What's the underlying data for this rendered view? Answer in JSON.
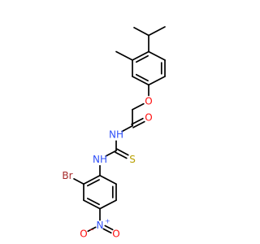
{
  "colors": {
    "bond": "#000000",
    "carbon": "#000000",
    "oxygen": "#ff0d0d",
    "nitrogen": "#3050f8",
    "sulfur": "#b8a000",
    "bromine": "#a62929"
  },
  "atoms": [
    {
      "id": "o_ether",
      "label": "O",
      "element": "oxygen"
    },
    {
      "id": "o_carbonyl",
      "label": "O",
      "element": "oxygen"
    },
    {
      "id": "nh_amide",
      "label": "NH",
      "element": "nitrogen"
    },
    {
      "id": "s_thio",
      "label": "S",
      "element": "sulfur"
    },
    {
      "id": "nh_thiourea",
      "label": "NH",
      "element": "nitrogen"
    },
    {
      "id": "br",
      "label": "Br",
      "element": "bromine"
    },
    {
      "id": "n_nitro",
      "label": "N",
      "element": "nitrogen",
      "charge": "+"
    },
    {
      "id": "o_nitro_minus",
      "label": "O",
      "element": "oxygen",
      "charge": "−"
    },
    {
      "id": "o_nitro_double",
      "label": "O",
      "element": "oxygen"
    }
  ]
}
